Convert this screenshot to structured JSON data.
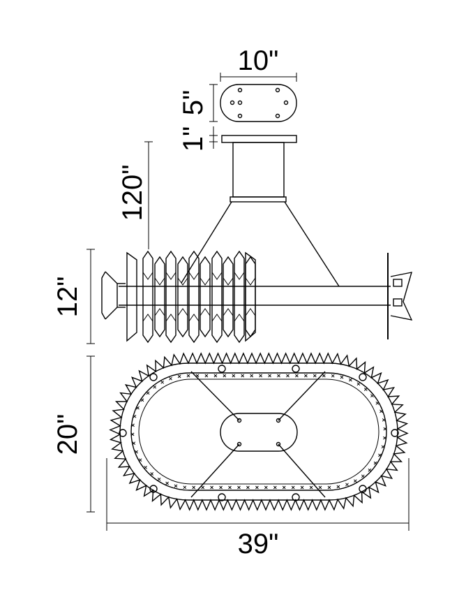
{
  "dimensions": {
    "canopy_width": "10\"",
    "canopy_depth": "5\"",
    "canopy_height": "1\"",
    "max_drop": "120\"",
    "fixture_height": "12\"",
    "fixture_depth": "20\"",
    "fixture_length": "39\""
  },
  "colors": {
    "line": "#000000",
    "background": "#ffffff"
  }
}
